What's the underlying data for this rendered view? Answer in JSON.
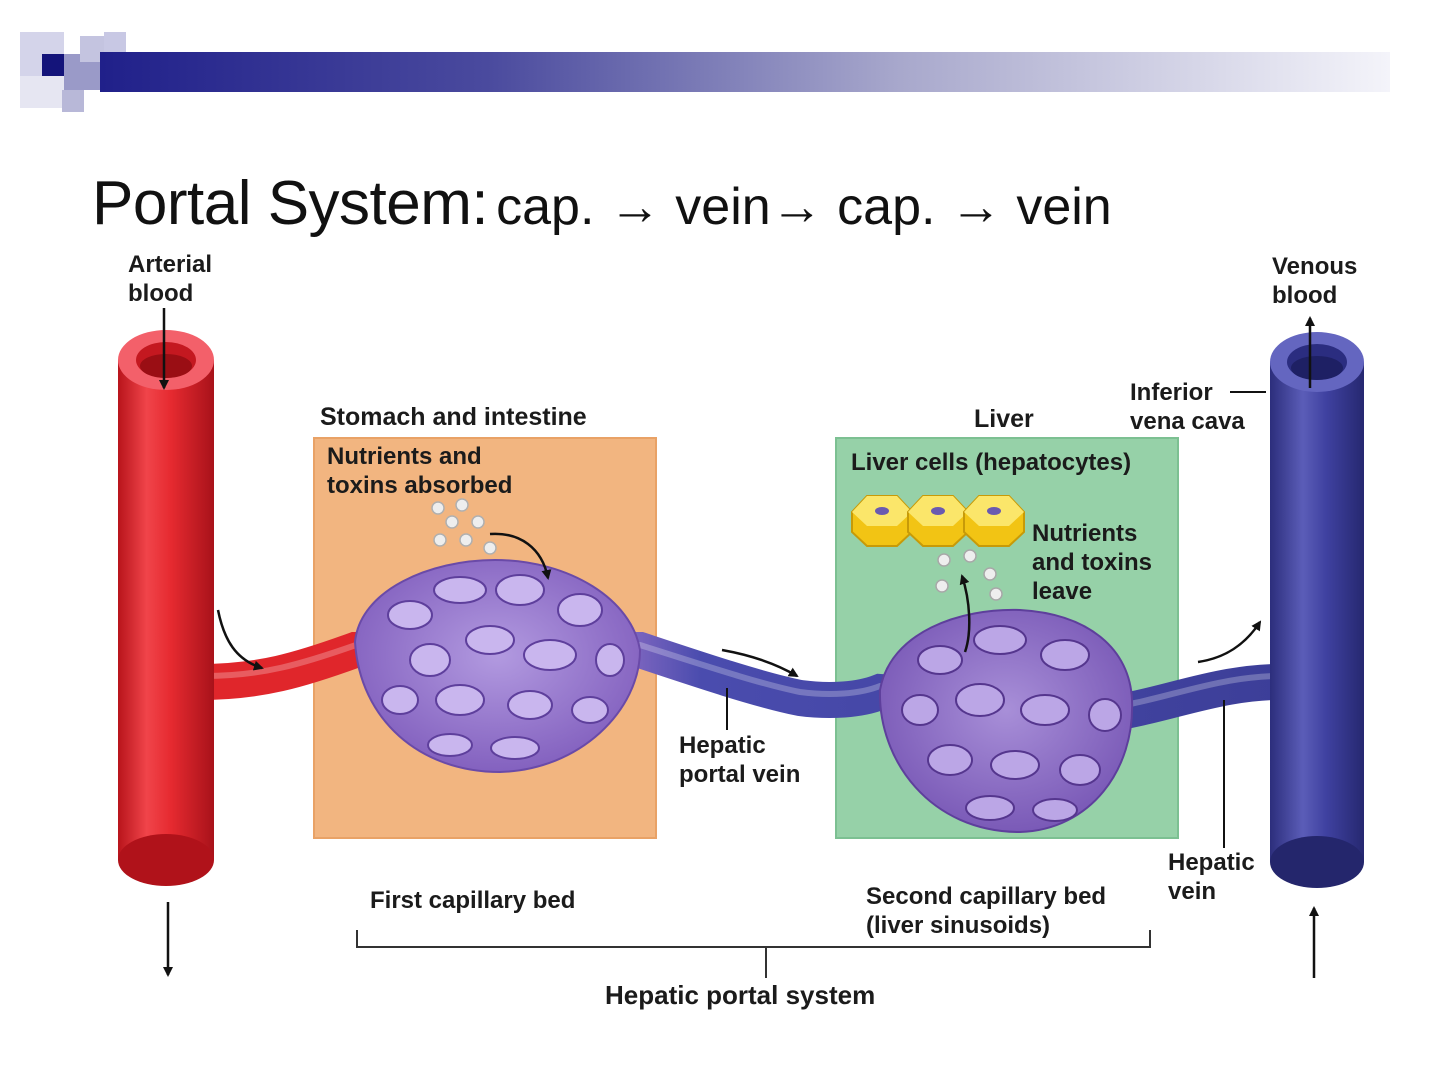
{
  "title": {
    "main": "Portal System:",
    "sub": "cap. → vein→ cap. → vein"
  },
  "labels": {
    "arterial_blood": "Arterial\nblood",
    "venous_blood": "Venous\nblood",
    "stomach_intestine": "Stomach and intestine",
    "nutrients_absorbed": "Nutrients and\ntoxins absorbed",
    "liver": "Liver",
    "liver_cells": "Liver cells (hepatocytes)",
    "nutrients_leave": "Nutrients\nand toxins\nleave",
    "inferior_vena_cava": "Inferior\nvena cava",
    "hepatic_portal_vein": "Hepatic\nportal vein",
    "hepatic_vein": "Hepatic\nvein",
    "first_capillary_bed": "First capillary bed",
    "second_capillary_bed": "Second capillary bed\n(liver sinusoids)",
    "hepatic_portal_system": "Hepatic portal system"
  },
  "colors": {
    "banner_dark": "#20208a",
    "artery_red": "#e0262b",
    "vein_blue": "#3c3e98",
    "capillary_purple": "#8c6cc4",
    "stomach_box": "#f2b580",
    "liver_box": "#96d1a8",
    "hepatocyte_yellow": "#f5d21e"
  },
  "icons": [
    "arrow-icon",
    "hepatocyte-icon",
    "nutrient-particle-icon"
  ]
}
